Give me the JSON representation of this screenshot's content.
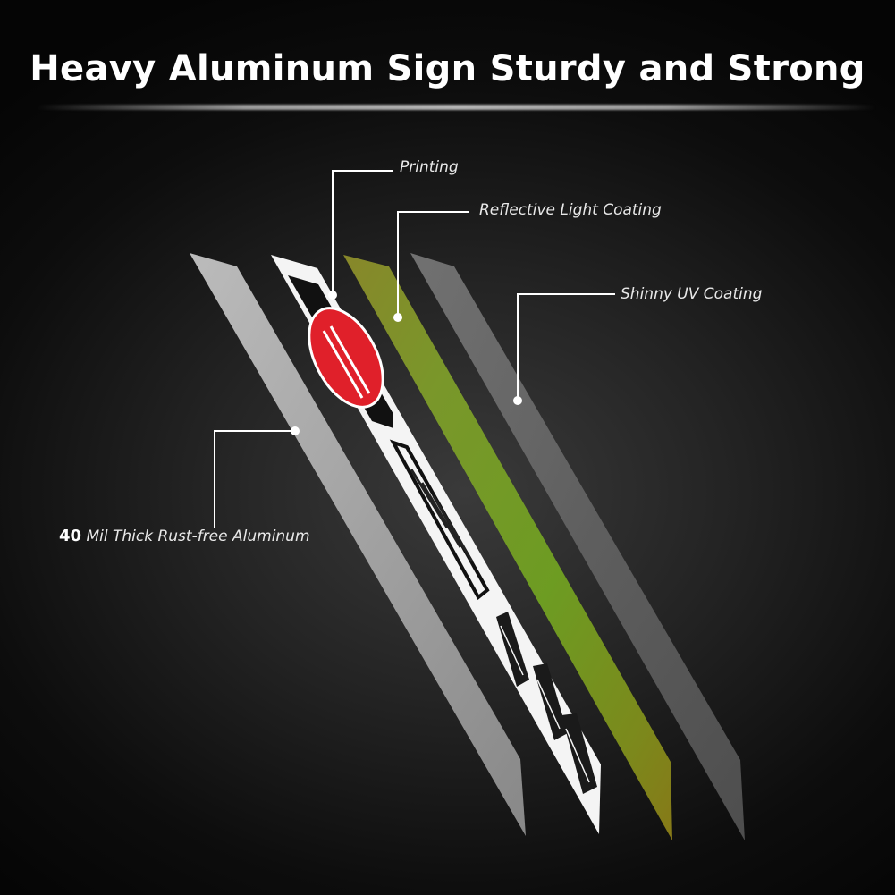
{
  "title": "Heavy Aluminum Sign Sturdy and Strong",
  "layers": [
    {
      "id": "aluminum",
      "label_number": "40",
      "label": "Mil Thick  Rust-free Aluminum",
      "color": "#a9a9a9"
    },
    {
      "id": "printing",
      "label": "Printing",
      "color": "#ffffff"
    },
    {
      "id": "reflective",
      "label": "Reflective Light Coating",
      "color": "#7aa126"
    },
    {
      "id": "uv",
      "label": "Shinny UV Coating",
      "color": "#6e6e6e"
    }
  ],
  "sign": {
    "badge_color": "#e0202a",
    "panel_color": "#111111"
  }
}
